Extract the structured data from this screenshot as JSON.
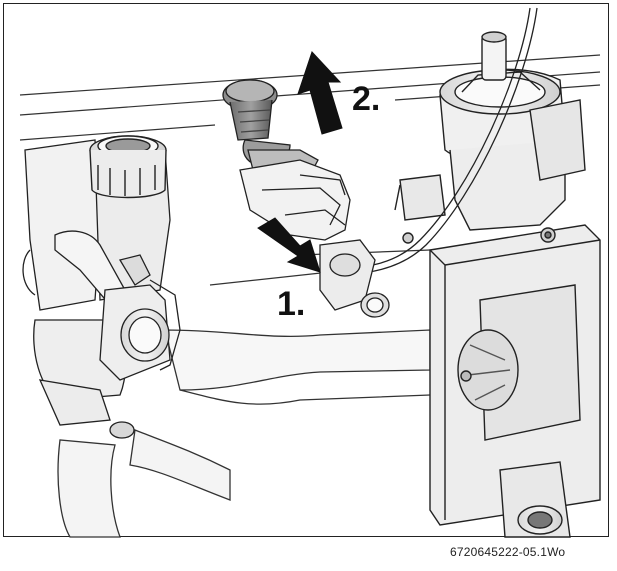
{
  "figure": {
    "step_labels": {
      "step_1": "1.",
      "step_2": "2."
    },
    "figure_code": "6720645222-05.1Wo"
  }
}
